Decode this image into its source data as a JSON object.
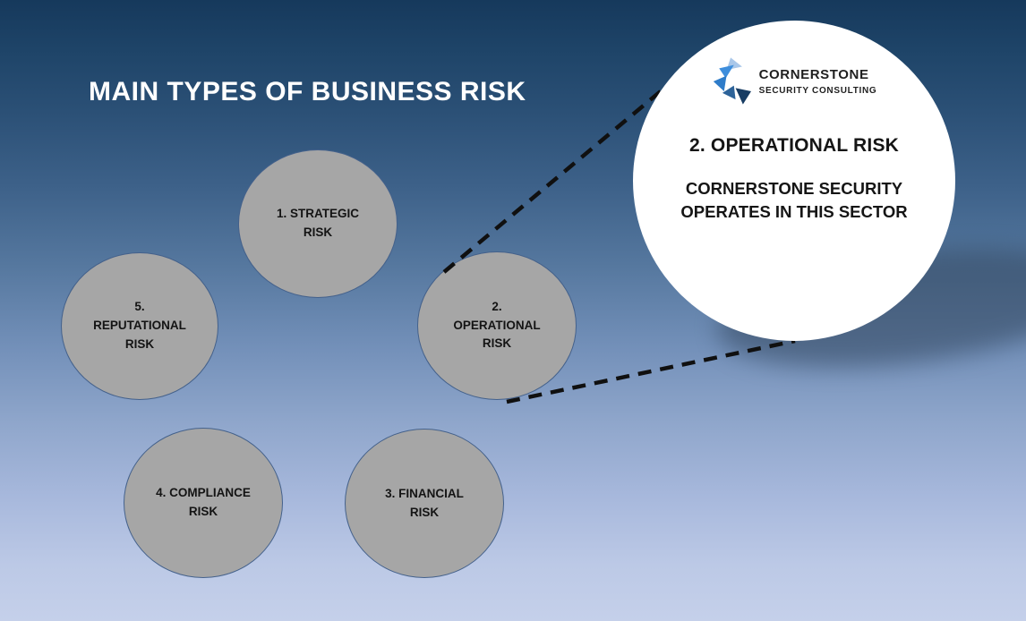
{
  "slide": {
    "title": "MAIN TYPES OF BUSINESS RISK"
  },
  "logo": {
    "name": "CORNERSTONE",
    "tagline": "SECURITY CONSULTING",
    "icon": "cornerstone-pinwheel-icon"
  },
  "callout": {
    "heading": "2. OPERATIONAL RISK",
    "body": "CORNERSTONE SECURITY\nOPERATES IN THIS SECTOR"
  },
  "risks": [
    {
      "key": "strategic",
      "label": "1. STRATEGIC\nRISK"
    },
    {
      "key": "operational",
      "label": "2.\nOPERATIONAL\nRISK"
    },
    {
      "key": "financial",
      "label": "3. FINANCIAL\nRISK"
    },
    {
      "key": "compliance",
      "label": "4. COMPLIANCE\nRISK"
    },
    {
      "key": "reputational",
      "label": "5.\nREPUTATIONAL\nRISK"
    }
  ],
  "colors": {
    "background_top": "#16395C",
    "background_bottom": "#C5D0EA",
    "title_text": "#FFFFFF",
    "risk_circle_fill": "#A6A6A6",
    "risk_circle_border": "#44618B",
    "callout_fill": "#FFFFFF",
    "callout_text": "#151515",
    "connector_line": "#101010",
    "logo_blues": [
      "#A9C7E9",
      "#3E8EDC",
      "#2E7CC9",
      "#2D6399",
      "#173C63"
    ]
  }
}
